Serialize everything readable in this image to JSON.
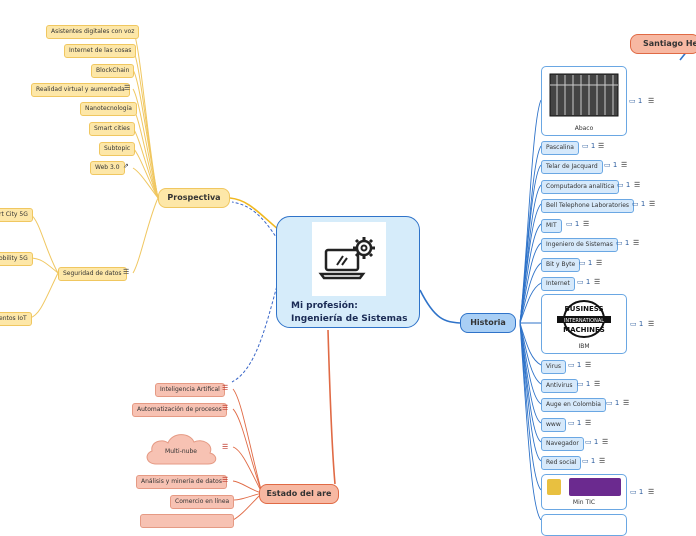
{
  "central": {
    "title_line1": "Mi profesión:",
    "title_line2": "Ingeniería de Sistemas"
  },
  "branches": {
    "prospectiva": "Prospectiva",
    "historia": "Historia",
    "estado": "Estado del are",
    "santiago": "Santiago Hen"
  },
  "prospectiva_items": [
    "Asistentes digitales con voz",
    "Internet de las cosas",
    "BlockChain",
    "Realidad virtual y aumentada",
    "Nanotecnología",
    "Smart cities",
    "Subtopic",
    "Web 3.0"
  ],
  "seguridad": {
    "label": "Seguridad de datos",
    "children": [
      "rt City 5G",
      "obility 5G",
      "entos IoT"
    ]
  },
  "historia_items": [
    "Abaco",
    "Pascalina",
    "Telar de Jacquard",
    "Computadora analítica",
    "Bell Telephone Laboratories",
    "MIT",
    "Ingeniero de Sistemas",
    "Bit y Byte",
    "Internet",
    "IBM",
    "Virus",
    "Antivirus",
    "Auge en Colombia",
    "www",
    "Navegador",
    "Red social",
    "Min TIC"
  ],
  "estado_items": [
    "Inteligencia Artifical",
    "Automatización de procesos",
    "Multi-nube",
    "Análisis y minería de datos",
    "Comercio en línea"
  ],
  "icons": {
    "note": "☰",
    "comment": "▭ 1",
    "link": "⇗"
  },
  "colors": {
    "yellow": "#f0c760",
    "blue": "#2f73c9",
    "salmon": "#e06a45"
  }
}
